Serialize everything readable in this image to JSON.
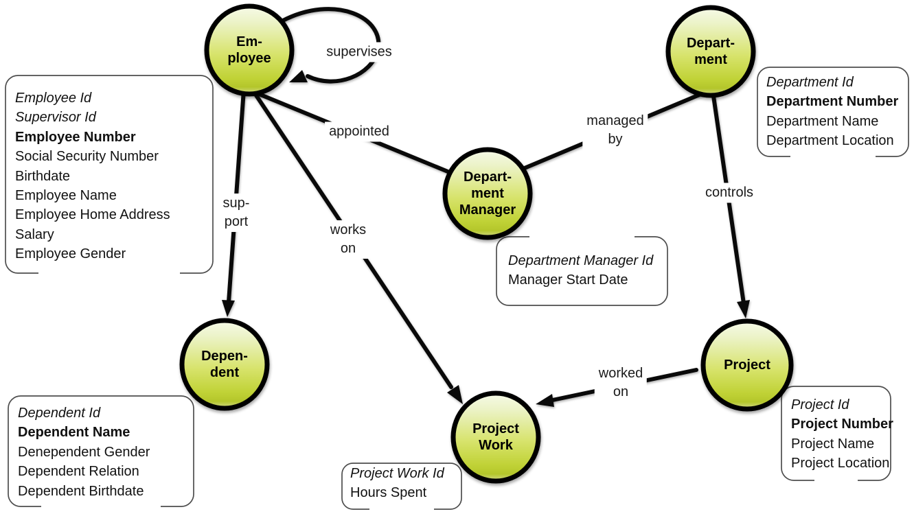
{
  "diagram": {
    "title": "Employee / Department / Project entity-relationship diagram",
    "background_color": "#ffffff",
    "node_stroke_color": "#000000",
    "node_gradient_top": "#f5f9e4",
    "node_gradient_mid": "#d7e36b",
    "node_gradient_deep": "#b8cb2e",
    "node_gradient_bottom": "#d2d98c",
    "edge_color": "#0a0a0a",
    "box_stroke_color": "#4d4d4d"
  },
  "nodes": {
    "employee": {
      "lines": [
        "Em-",
        "ployee"
      ]
    },
    "department": {
      "lines": [
        "Depart-",
        "ment"
      ]
    },
    "department_manager": {
      "lines": [
        "Depart-",
        "ment",
        "Manager"
      ]
    },
    "dependent": {
      "lines": [
        "Depen-",
        "dent"
      ]
    },
    "project": {
      "lines": [
        "Project"
      ]
    },
    "project_work": {
      "lines": [
        "Project",
        "Work"
      ]
    }
  },
  "edges": {
    "supervises": {
      "label": "supervises"
    },
    "appointed": {
      "label": "appointed"
    },
    "managed_by": {
      "lines": [
        "managed",
        "by"
      ]
    },
    "controls": {
      "label": "controls"
    },
    "support": {
      "lines": [
        "sup-",
        "port"
      ]
    },
    "works_on": {
      "lines": [
        "works",
        "on"
      ]
    },
    "worked_on": {
      "lines": [
        "worked",
        "on"
      ]
    }
  },
  "attribute_boxes": {
    "employee": {
      "attributes": [
        {
          "text": "Employee Id",
          "style": "italic"
        },
        {
          "text": "Supervisor Id",
          "style": "italic"
        },
        {
          "text": "Employee Number",
          "style": "bold"
        },
        {
          "text": "Social Security Number",
          "style": "normal"
        },
        {
          "text": "Birthdate",
          "style": "normal"
        },
        {
          "text": "Employee Name",
          "style": "normal"
        },
        {
          "text": "Employee Home Address",
          "style": "normal"
        },
        {
          "text": "Salary",
          "style": "normal"
        },
        {
          "text": "Employee Gender",
          "style": "normal"
        }
      ]
    },
    "department": {
      "attributes": [
        {
          "text": "Department Id",
          "style": "italic"
        },
        {
          "text": "Department Number",
          "style": "bold"
        },
        {
          "text": "Department Name",
          "style": "normal"
        },
        {
          "text": "Department Location",
          "style": "normal"
        }
      ]
    },
    "department_manager": {
      "attributes": [
        {
          "text": "Department Manager Id",
          "style": "italic"
        },
        {
          "text": "Manager Start Date",
          "style": "normal"
        }
      ]
    },
    "dependent": {
      "attributes": [
        {
          "text": "Dependent Id",
          "style": "italic"
        },
        {
          "text": "Dependent Name",
          "style": "bold"
        },
        {
          "text": "Denependent Gender",
          "style": "normal"
        },
        {
          "text": "Dependent Relation",
          "style": "normal"
        },
        {
          "text": "Dependent Birthdate",
          "style": "normal"
        }
      ]
    },
    "project": {
      "attributes": [
        {
          "text": "Project Id",
          "style": "italic"
        },
        {
          "text": "Project Number",
          "style": "bold"
        },
        {
          "text": "Project Name",
          "style": "normal"
        },
        {
          "text": "Project Location",
          "style": "normal"
        }
      ]
    },
    "project_work": {
      "attributes": [
        {
          "text": "Project Work Id",
          "style": "italic"
        },
        {
          "text": "Hours Spent",
          "style": "normal"
        }
      ]
    }
  }
}
